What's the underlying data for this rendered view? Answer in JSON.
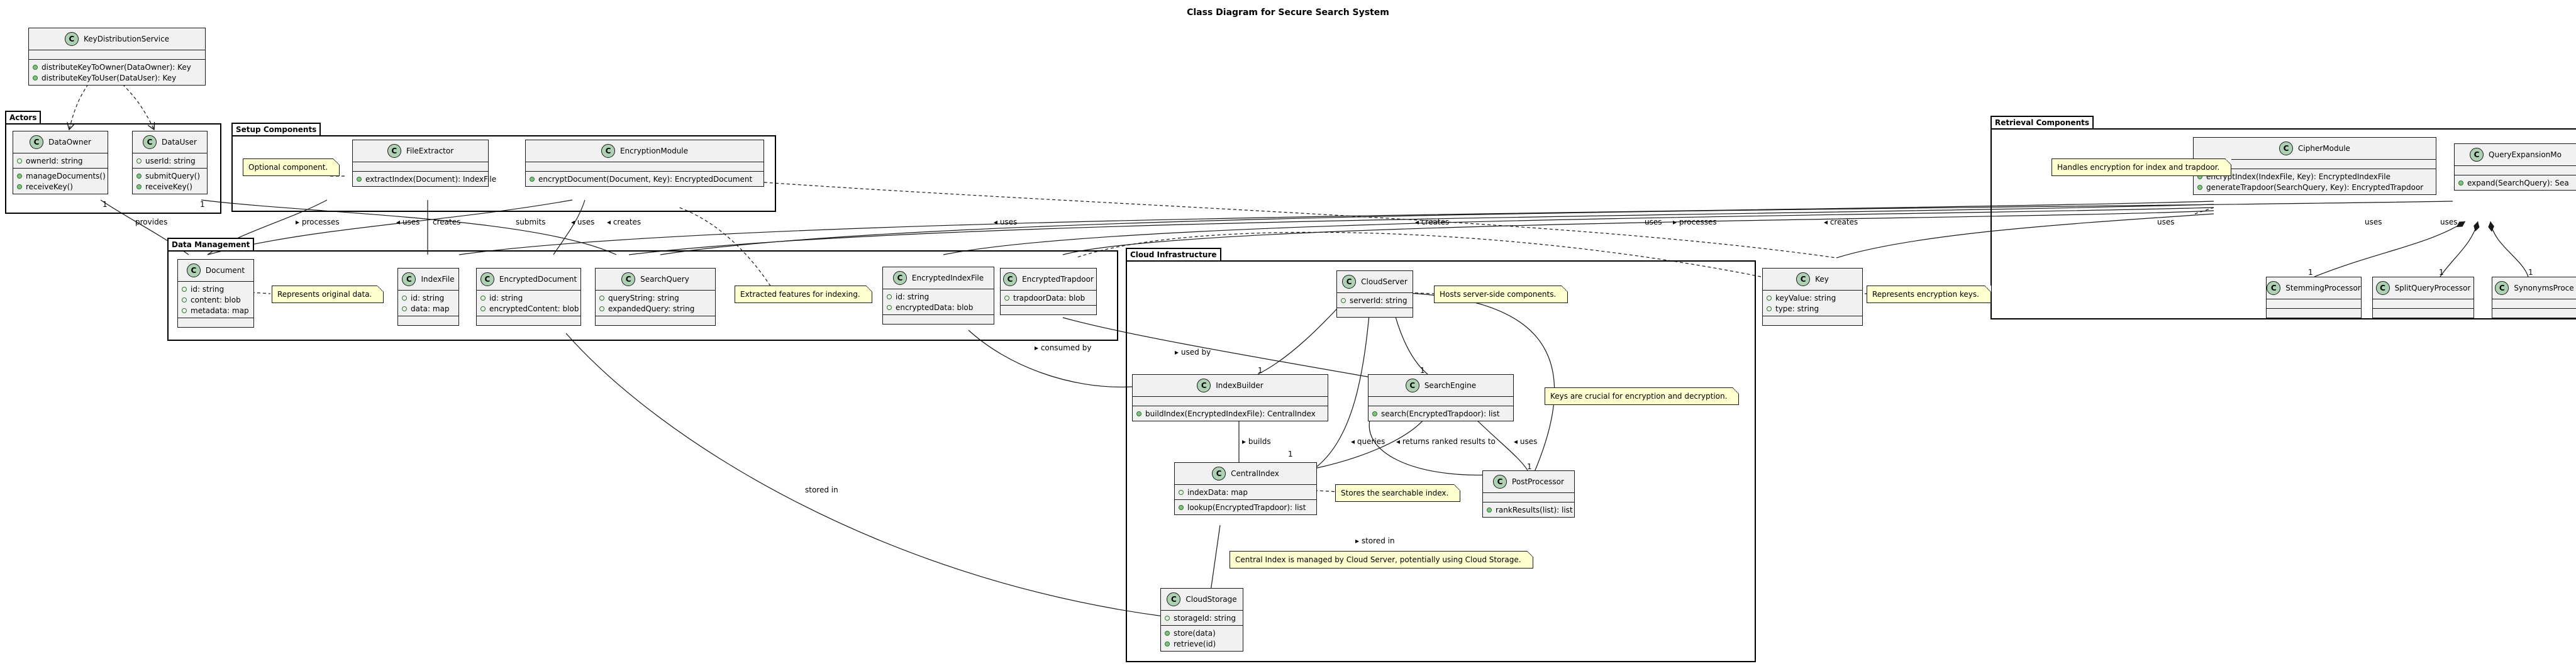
{
  "title": "Class Diagram for Secure Search System",
  "packages": {
    "actors": "Actors",
    "setup": "Setup Components",
    "data": "Data Management",
    "cloud": "Cloud Infrastructure",
    "retrieval": "Retrieval Components"
  },
  "class_glyph": "C",
  "classes": {
    "kds": {
      "name": "KeyDistributionService",
      "attrs": [],
      "methods": [
        "distributeKeyToOwner(DataOwner): Key",
        "distributeKeyToUser(DataUser): Key"
      ]
    },
    "owner": {
      "name": "DataOwner",
      "attrs": [
        "ownerId: string"
      ],
      "methods": [
        "manageDocuments()",
        "receiveKey()"
      ]
    },
    "user": {
      "name": "DataUser",
      "attrs": [
        "userId: string"
      ],
      "methods": [
        "submitQuery()",
        "receiveKey()"
      ]
    },
    "extractor": {
      "name": "FileExtractor",
      "attrs": [],
      "methods": [
        "extractIndex(Document): IndexFile"
      ]
    },
    "encmod": {
      "name": "EncryptionModule",
      "attrs": [],
      "methods": [
        "encryptDocument(Document, Key): EncryptedDocument"
      ]
    },
    "document": {
      "name": "Document",
      "attrs": [
        "id: string",
        "content: blob",
        "metadata: map"
      ],
      "methods": []
    },
    "indexfile": {
      "name": "IndexFile",
      "attrs": [
        "id: string",
        "data: map"
      ],
      "methods": []
    },
    "encdoc": {
      "name": "EncryptedDocument",
      "attrs": [
        "id: string",
        "encryptedContent: blob"
      ],
      "methods": []
    },
    "query": {
      "name": "SearchQuery",
      "attrs": [
        "queryString: string",
        "expandedQuery: string"
      ],
      "methods": []
    },
    "encindex": {
      "name": "EncryptedIndexFile",
      "attrs": [
        "id: string",
        "encryptedData: blob"
      ],
      "methods": []
    },
    "trapdoor": {
      "name": "EncryptedTrapdoor",
      "attrs": [
        "trapdoorData: blob"
      ],
      "methods": []
    },
    "server": {
      "name": "CloudServer",
      "attrs": [
        "serverId: string"
      ],
      "methods": []
    },
    "builder": {
      "name": "IndexBuilder",
      "attrs": [],
      "methods": [
        "buildIndex(EncryptedIndexFile): CentralIndex"
      ]
    },
    "engine": {
      "name": "SearchEngine",
      "attrs": [],
      "methods": [
        "search(EncryptedTrapdoor): list"
      ]
    },
    "central": {
      "name": "CentralIndex",
      "attrs": [
        "indexData: map"
      ],
      "methods": [
        "lookup(EncryptedTrapdoor): list"
      ]
    },
    "post": {
      "name": "PostProcessor",
      "attrs": [],
      "methods": [
        "rankResults(list): list"
      ]
    },
    "storage": {
      "name": "CloudStorage",
      "attrs": [
        "storageId: string"
      ],
      "methods": [
        "store(data)",
        "retrieve(id)"
      ]
    },
    "key": {
      "name": "Key",
      "attrs": [
        "keyValue: string",
        "type: string"
      ],
      "methods": []
    },
    "cipher": {
      "name": "CipherModule",
      "attrs": [],
      "methods": [
        "encryptIndex(IndexFile, Key): EncryptedIndexFile",
        "generateTrapdoor(SearchQuery, Key): EncryptedTrapdoor"
      ]
    },
    "qexp": {
      "name": "QueryExpansionMo",
      "attrs": [],
      "methods": [
        "expand(SearchQuery): Sea"
      ]
    },
    "stem": {
      "name": "StemmingProcessor",
      "attrs": [],
      "methods": []
    },
    "split": {
      "name": "SplitQueryProcessor",
      "attrs": [],
      "methods": []
    },
    "syn": {
      "name": "SynonymsProce",
      "attrs": [],
      "methods": []
    }
  },
  "notes": {
    "optional": "Optional component.",
    "original": "Represents original data.",
    "features": "Extracted features for indexing.",
    "hosts": "Hosts server-side components.",
    "crucial": "Keys are crucial for encryption and decryption.",
    "stores": "Stores the searchable index.",
    "central_managed": "Central Index is managed by Cloud Server, potentially using Cloud Storage.",
    "repkeys": "Represents encryption keys.",
    "handles": "Handles encryption for index and trapdoor."
  },
  "edge_labels": {
    "provides": "provides",
    "processes1": "▸ processes",
    "creates1": "creates",
    "uses1": "◂ uses",
    "submits": "submits",
    "uses2": "◂ uses",
    "creates2": "◂ creates",
    "uses3": "◂ uses",
    "creates3": "◂ creates",
    "uses4": "uses",
    "processes2": "▸ processes",
    "creates4": "◂ creates",
    "uses5": "uses",
    "uses6": "uses",
    "uses7": "uses",
    "consumed": "▸ consumed by",
    "usedby": "▸ used by",
    "builds": "▸ builds",
    "queries": "◂ queries",
    "returns": "◂ returns ranked results to",
    "uses8": "◂ uses",
    "stored1": "▸ stored in",
    "stored2": "stored in"
  },
  "multiplicities": {
    "one": "1"
  }
}
